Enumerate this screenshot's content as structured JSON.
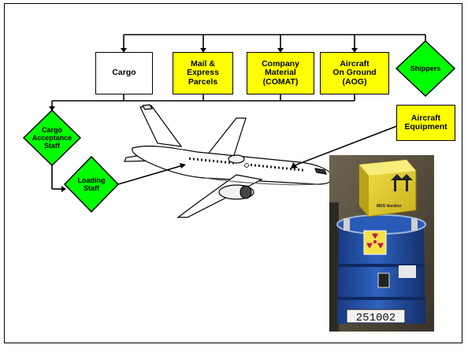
{
  "nodes": {
    "cargo": "Cargo",
    "mail": "Mail &\nExpress\nParcels",
    "comat": "Company\nMaterial\n(COMAT)",
    "aog": "Aircraft\nOn Ground\n(AOG)",
    "shippers": "Shippers",
    "aircraft_equipment": "Aircraft\nEquipment",
    "cargo_acceptance": "Cargo\nAcceptance\nStaff",
    "loading_staff": "Loading\nStaff"
  },
  "photo": {
    "box_label": "MDS Nordion",
    "drum_number": "251002",
    "symbol": "radiation-trefoil"
  },
  "colors": {
    "yellow_box": "#ffff00",
    "green_diamond": "#00ff00",
    "drum_blue": "#1f4fa8"
  }
}
